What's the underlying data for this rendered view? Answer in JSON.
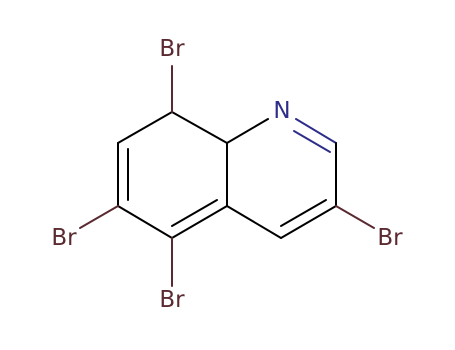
{
  "colors": {
    "bromine": "#5a2a30",
    "nitrogen": "#2e2e8a",
    "carbon_bond": "#000000",
    "background": "#ffffff"
  },
  "atoms": {
    "br_top": "Br",
    "n": "N",
    "br_left": "Br",
    "br_right": "Br",
    "br_bottom": "Br"
  }
}
